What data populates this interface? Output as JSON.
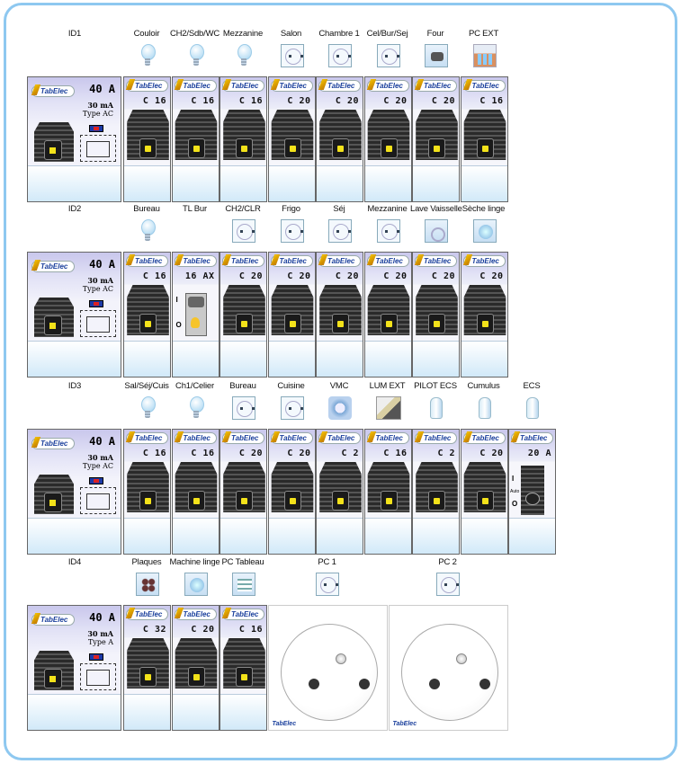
{
  "brand": "TabElec",
  "rows": [
    {
      "id": "ID1",
      "diff": {
        "rating": "40 A",
        "ma": "30 mA",
        "type": "Type AC"
      },
      "circuits": [
        {
          "label": "Couloir",
          "icon": "bulb",
          "rating": "C 16"
        },
        {
          "label": "CH2/Sdb/WC",
          "icon": "bulb",
          "rating": "C 16"
        },
        {
          "label": "Mezzanine",
          "icon": "bulb",
          "rating": "C 16"
        },
        {
          "label": "Salon",
          "icon": "socket",
          "rating": "C 20"
        },
        {
          "label": "Chambre 1",
          "icon": "socket",
          "rating": "C 20"
        },
        {
          "label": "Cel/Bur/Sej",
          "icon": "socket",
          "rating": "C 20"
        },
        {
          "label": "Four",
          "icon": "oven",
          "rating": "C 20"
        },
        {
          "label": "PC EXT",
          "icon": "house",
          "rating": "C 16"
        }
      ]
    },
    {
      "id": "ID2",
      "diff": {
        "rating": "40 A",
        "ma": "30 mA",
        "type": "Type AC"
      },
      "circuits": [
        {
          "label": "Bureau",
          "icon": "bulb",
          "rating": "C 16"
        },
        {
          "label": "TL Bur",
          "icon": "",
          "rating": "16 AX",
          "kind": "tl",
          "io_top": "I",
          "io_bot": "O"
        },
        {
          "label": "CH2/CLR",
          "icon": "socket",
          "rating": "C 20"
        },
        {
          "label": "Frigo",
          "icon": "socket",
          "rating": "C 20"
        },
        {
          "label": "Séj",
          "icon": "socket",
          "rating": "C 20"
        },
        {
          "label": "Mezzanine",
          "icon": "socket",
          "rating": "C 20"
        },
        {
          "label": "Lave Vaisselle",
          "icon": "dishwasher",
          "rating": "C 20"
        },
        {
          "label": "Sèche linge",
          "icon": "dryer",
          "rating": "C 20"
        }
      ]
    },
    {
      "id": "ID3",
      "diff": {
        "rating": "40 A",
        "ma": "30 mA",
        "type": "Type AC"
      },
      "circuits": [
        {
          "label": "Sal/Séj/Cuis",
          "icon": "bulb",
          "rating": "C 16"
        },
        {
          "label": "Ch1/Celier",
          "icon": "bulb",
          "rating": "C 16"
        },
        {
          "label": "Bureau",
          "icon": "socket",
          "rating": "C 20"
        },
        {
          "label": "Cuisine",
          "icon": "socket",
          "rating": "C 20"
        },
        {
          "label": "VMC",
          "icon": "vmc",
          "rating": "C 2"
        },
        {
          "label": "LUM EXT",
          "icon": "lum",
          "rating": "C 16"
        },
        {
          "label": "PILOT ECS",
          "icon": "tank",
          "rating": "C 2"
        },
        {
          "label": "Cumulus",
          "icon": "tank",
          "rating": "C 20"
        },
        {
          "label": "ECS",
          "icon": "tank",
          "rating": "20 A",
          "kind": "auto",
          "io_top": "I",
          "io_mid": "Auto",
          "io_bot": "O"
        }
      ]
    },
    {
      "id": "ID4",
      "diff": {
        "rating": "40 A",
        "ma": "30 mA",
        "type": "Type A"
      },
      "circuits": [
        {
          "label": "Plaques",
          "icon": "hob",
          "rating": "C 32"
        },
        {
          "label": "Machine linge",
          "icon": "washer",
          "rating": "C 20"
        },
        {
          "label": "PC Tableau",
          "icon": "list",
          "rating": "C 16"
        }
      ],
      "sockets": [
        {
          "label": "PC 1",
          "icon": "socket"
        },
        {
          "label": "PC 2",
          "icon": "socket"
        }
      ]
    }
  ]
}
